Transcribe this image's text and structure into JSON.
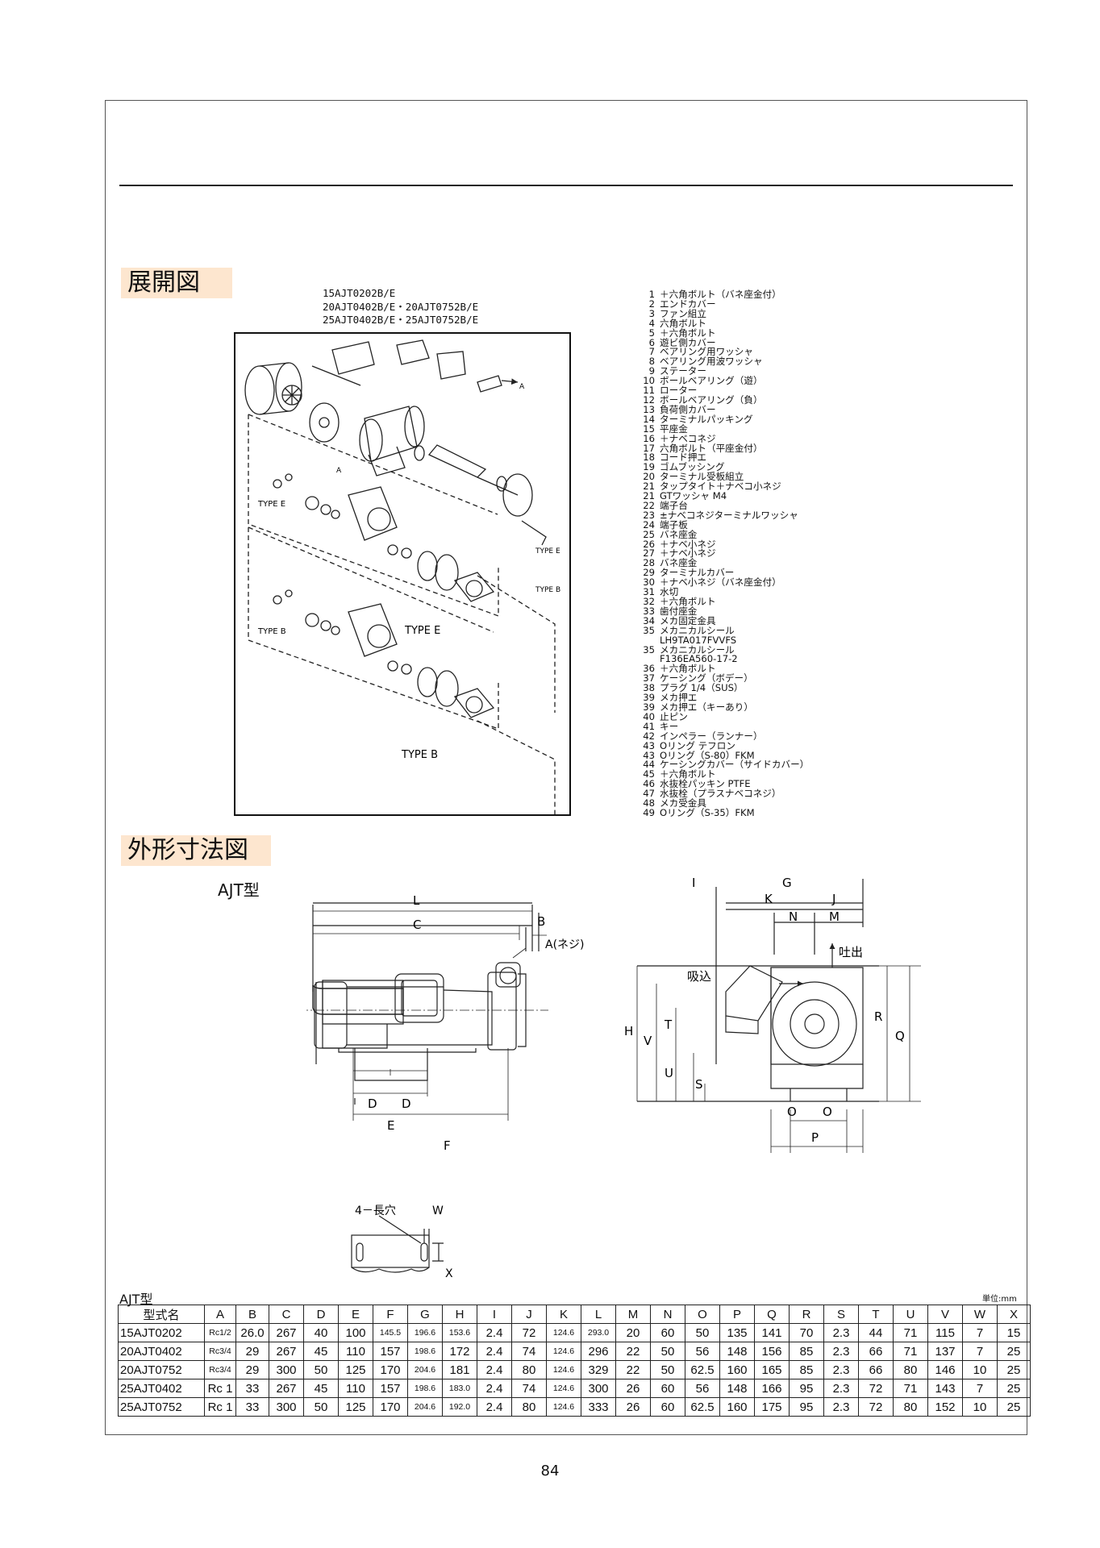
{
  "sections": {
    "exploded_title": "展開図",
    "outline_title": "外形寸法図",
    "outline_model": "AJT型"
  },
  "exploded": {
    "models": [
      "15AJT0202B/E",
      "20AJT0402B/E・20AJT0752B/E",
      "25AJT0402B/E・25AJT0752B/E"
    ],
    "type_e_label": "TYPE E",
    "type_b_label": "TYPE B",
    "type_e_small": "TYPE E",
    "type_b_small": "TYPE B",
    "arrow_label": "A"
  },
  "parts": [
    {
      "n": "1",
      "t": "＋六角ボルト（バネ座金付）"
    },
    {
      "n": "2",
      "t": "エンドカバー"
    },
    {
      "n": "3",
      "t": "ファン組立"
    },
    {
      "n": "4",
      "t": "六角ボルト"
    },
    {
      "n": "5",
      "t": "＋六角ボルト"
    },
    {
      "n": "6",
      "t": "遊ビ側カバー"
    },
    {
      "n": "7",
      "t": "ベアリング用ワッシャ"
    },
    {
      "n": "8",
      "t": "ベアリング用波ワッシャ"
    },
    {
      "n": "9",
      "t": "ステーター"
    },
    {
      "n": "10",
      "t": "ボールベアリング（遊）"
    },
    {
      "n": "11",
      "t": "ローター"
    },
    {
      "n": "12",
      "t": "ボールベアリング（負）"
    },
    {
      "n": "13",
      "t": "負荷側カバー"
    },
    {
      "n": "14",
      "t": "ターミナルパッキング"
    },
    {
      "n": "15",
      "t": "平座金"
    },
    {
      "n": "16",
      "t": "＋ナベコネジ"
    },
    {
      "n": "17",
      "t": "六角ボルト（平座金付）"
    },
    {
      "n": "18",
      "t": "コード押エ"
    },
    {
      "n": "19",
      "t": "ゴムブッシング"
    },
    {
      "n": "20",
      "t": "ターミナル受板組立"
    },
    {
      "n": "21",
      "t": "タップタイト＋ナベコ小ネジ"
    },
    {
      "n": "21",
      "t": "GTワッシャ M4"
    },
    {
      "n": "22",
      "t": "端子台"
    },
    {
      "n": "23",
      "t": "±ナベコネジターミナルワッシャ"
    },
    {
      "n": "24",
      "t": "端子板"
    },
    {
      "n": "25",
      "t": "バネ座金"
    },
    {
      "n": "26",
      "t": "＋ナベ小ネジ"
    },
    {
      "n": "27",
      "t": "＋ナベ小ネジ"
    },
    {
      "n": "28",
      "t": "バネ座金"
    },
    {
      "n": "29",
      "t": "ターミナルカバー"
    },
    {
      "n": "30",
      "t": "＋ナベ小ネジ（バネ座金付）"
    },
    {
      "n": "31",
      "t": "水切"
    },
    {
      "n": "32",
      "t": "＋六角ボルト"
    },
    {
      "n": "33",
      "t": "歯付座金"
    },
    {
      "n": "34",
      "t": "メカ固定金具"
    },
    {
      "n": "35",
      "t": "メカニカルシール"
    },
    {
      "n": "",
      "t": "LH9TA017FVVFS"
    },
    {
      "n": "35",
      "t": "メカニカルシール"
    },
    {
      "n": "",
      "t": "F136EA560-17-2"
    },
    {
      "n": "36",
      "t": "＋六角ボルト"
    },
    {
      "n": "37",
      "t": "ケーシング（ボデー）"
    },
    {
      "n": "38",
      "t": "プラグ 1/4（SUS）"
    },
    {
      "n": "39",
      "t": "メカ押エ"
    },
    {
      "n": "39",
      "t": "メカ押エ（キーあり）"
    },
    {
      "n": "40",
      "t": "止ピン"
    },
    {
      "n": "41",
      "t": "キー"
    },
    {
      "n": "42",
      "t": "インペラー（ランナー）"
    },
    {
      "n": "43",
      "t": "Oリング テフロン"
    },
    {
      "n": "43",
      "t": "Oリング（S-80）FKM"
    },
    {
      "n": "44",
      "t": "ケーシングカバー（サイドカバー）"
    },
    {
      "n": "45",
      "t": "＋六角ボルト"
    },
    {
      "n": "46",
      "t": "水抜栓パッキン PTFE"
    },
    {
      "n": "47",
      "t": "水抜栓（プラスナベコネジ）"
    },
    {
      "n": "48",
      "t": "メカ受金具"
    },
    {
      "n": "49",
      "t": "Oリング（S-35）FKM"
    }
  ],
  "side_view": {
    "L": "L",
    "C": "C",
    "B": "B",
    "A": "A(ネジ)",
    "D1": "D",
    "D2": "D",
    "E": "E",
    "F": "F"
  },
  "front_view": {
    "I": "I",
    "G": "G",
    "K": "K",
    "J": "J",
    "N": "N",
    "M": "M",
    "suction": "吸込",
    "discharge": "吐出",
    "H": "H",
    "V": "V",
    "T": "T",
    "U": "U",
    "S": "S",
    "R": "R",
    "Q": "Q",
    "O1": "O",
    "O2": "O",
    "P": "P"
  },
  "foot_view": {
    "slot": "4－長穴",
    "W": "W",
    "X": "X"
  },
  "table": {
    "title": "AJT型",
    "unit": "単位:mm",
    "headers": [
      "型式名",
      "A",
      "B",
      "C",
      "D",
      "E",
      "F",
      "G",
      "H",
      "I",
      "J",
      "K",
      "L",
      "M",
      "N",
      "O",
      "P",
      "Q",
      "R",
      "S",
      "T",
      "U",
      "V",
      "W",
      "X"
    ],
    "rows": [
      [
        "15AJT0202",
        "Rc1/2",
        "26.0",
        "267",
        "40",
        "100",
        "145.5",
        "196.6",
        "153.6",
        "2.4",
        "72",
        "124.6",
        "293.0",
        "20",
        "60",
        "50",
        "135",
        "141",
        "70",
        "2.3",
        "44",
        "71",
        "115",
        "7",
        "15"
      ],
      [
        "20AJT0402",
        "Rc3/4",
        "29",
        "267",
        "45",
        "110",
        "157",
        "198.6",
        "172",
        "2.4",
        "74",
        "124.6",
        "296",
        "22",
        "50",
        "56",
        "148",
        "156",
        "85",
        "2.3",
        "66",
        "71",
        "137",
        "7",
        "25"
      ],
      [
        "20AJT0752",
        "Rc3/4",
        "29",
        "300",
        "50",
        "125",
        "170",
        "204.6",
        "181",
        "2.4",
        "80",
        "124.6",
        "329",
        "22",
        "50",
        "62.5",
        "160",
        "165",
        "85",
        "2.3",
        "66",
        "80",
        "146",
        "10",
        "25"
      ],
      [
        "25AJT0402",
        "Rc 1",
        "33",
        "267",
        "45",
        "110",
        "157",
        "198.6",
        "183.0",
        "2.4",
        "74",
        "124.6",
        "300",
        "26",
        "60",
        "56",
        "148",
        "166",
        "95",
        "2.3",
        "72",
        "71",
        "143",
        "7",
        "25"
      ],
      [
        "25AJT0752",
        "Rc 1",
        "33",
        "300",
        "50",
        "125",
        "170",
        "204.6",
        "192.0",
        "2.4",
        "80",
        "124.6",
        "333",
        "26",
        "60",
        "62.5",
        "160",
        "175",
        "95",
        "2.3",
        "72",
        "80",
        "152",
        "10",
        "25"
      ]
    ]
  },
  "page_number": "84"
}
